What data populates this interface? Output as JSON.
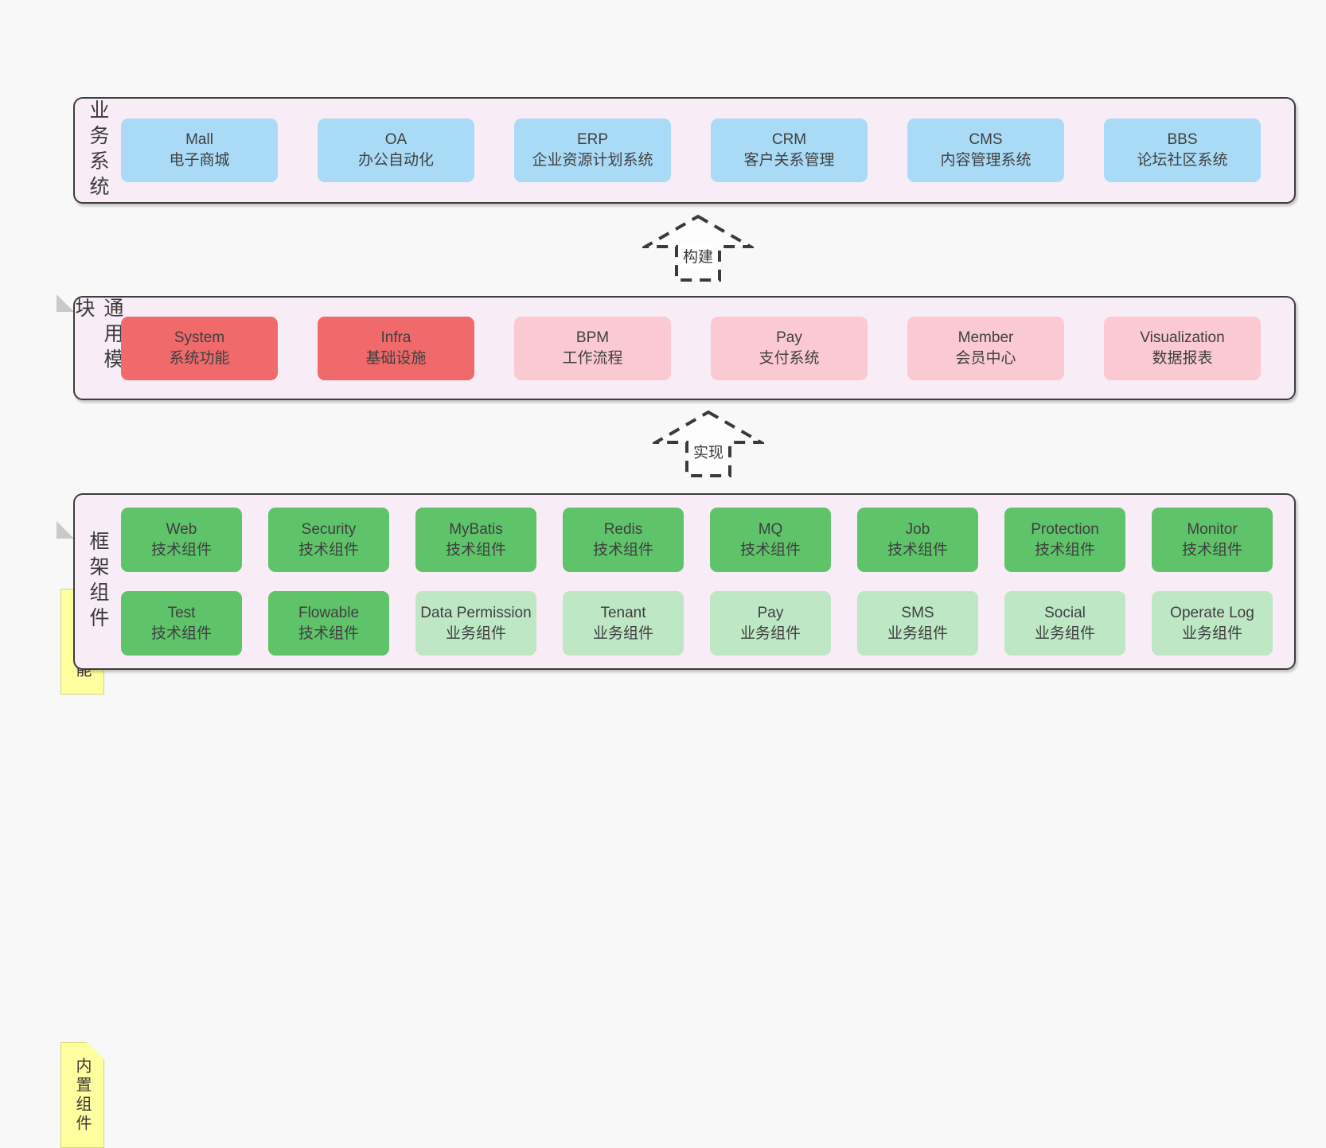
{
  "colors": {
    "page_bg": "#f8f8f8",
    "panel_bg": "#f8edf6",
    "panel_border": "#3d3d3d",
    "blue_box": "#a9dbf7",
    "red_box": "#f0696b",
    "pink_box": "#fbc9d2",
    "green_dark_box": "#5fc36a",
    "green_light_box": "#bee7c4",
    "tag_bg": "#feff9e",
    "fold": "#c9c9c9",
    "text": "#3f3f3f"
  },
  "arrows": [
    {
      "label": "构建"
    },
    {
      "label": "实现"
    }
  ],
  "layers": [
    {
      "label": "业务系统",
      "boxes": [
        {
          "name": "Mall",
          "desc": "电子商城",
          "variant": "blue"
        },
        {
          "name": "OA",
          "desc": "办公自动化",
          "variant": "blue"
        },
        {
          "name": "ERP",
          "desc": "企业资源计划系统",
          "variant": "blue"
        },
        {
          "name": "CRM",
          "desc": "客户关系管理",
          "variant": "blue"
        },
        {
          "name": "CMS",
          "desc": "内容管理系统",
          "variant": "blue"
        },
        {
          "name": "BBS",
          "desc": "论坛社区系统",
          "variant": "blue"
        }
      ]
    },
    {
      "label": "通用模块",
      "tag": "内置功能",
      "boxes": [
        {
          "name": "System",
          "desc": "系统功能",
          "variant": "red"
        },
        {
          "name": "Infra",
          "desc": "基础设施",
          "variant": "red"
        },
        {
          "name": "BPM",
          "desc": "工作流程",
          "variant": "pink"
        },
        {
          "name": "Pay",
          "desc": "支付系统",
          "variant": "pink"
        },
        {
          "name": "Member",
          "desc": "会员中心",
          "variant": "pink"
        },
        {
          "name": "Visualization",
          "desc": "数据报表",
          "variant": "pink"
        }
      ]
    },
    {
      "label": "框架组件",
      "tag": "内置组件",
      "boxes": [
        {
          "name": "Web",
          "desc": "技术组件",
          "variant": "green-dark"
        },
        {
          "name": "Security",
          "desc": "技术组件",
          "variant": "green-dark"
        },
        {
          "name": "MyBatis",
          "desc": "技术组件",
          "variant": "green-dark"
        },
        {
          "name": "Redis",
          "desc": "技术组件",
          "variant": "green-dark"
        },
        {
          "name": "MQ",
          "desc": "技术组件",
          "variant": "green-dark"
        },
        {
          "name": "Job",
          "desc": "技术组件",
          "variant": "green-dark"
        },
        {
          "name": "Protection",
          "desc": "技术组件",
          "variant": "green-dark"
        },
        {
          "name": "Monitor",
          "desc": "技术组件",
          "variant": "green-dark"
        },
        {
          "name": "Test",
          "desc": "技术组件",
          "variant": "green-dark"
        },
        {
          "name": "Flowable",
          "desc": "技术组件",
          "variant": "green-dark"
        },
        {
          "name": "Data Permission",
          "desc": "业务组件",
          "variant": "green-light"
        },
        {
          "name": "Tenant",
          "desc": "业务组件",
          "variant": "green-light"
        },
        {
          "name": "Pay",
          "desc": "业务组件",
          "variant": "green-light"
        },
        {
          "name": "SMS",
          "desc": "业务组件",
          "variant": "green-light"
        },
        {
          "name": "Social",
          "desc": "业务组件",
          "variant": "green-light"
        },
        {
          "name": "Operate Log",
          "desc": "业务组件",
          "variant": "green-light"
        }
      ]
    }
  ]
}
